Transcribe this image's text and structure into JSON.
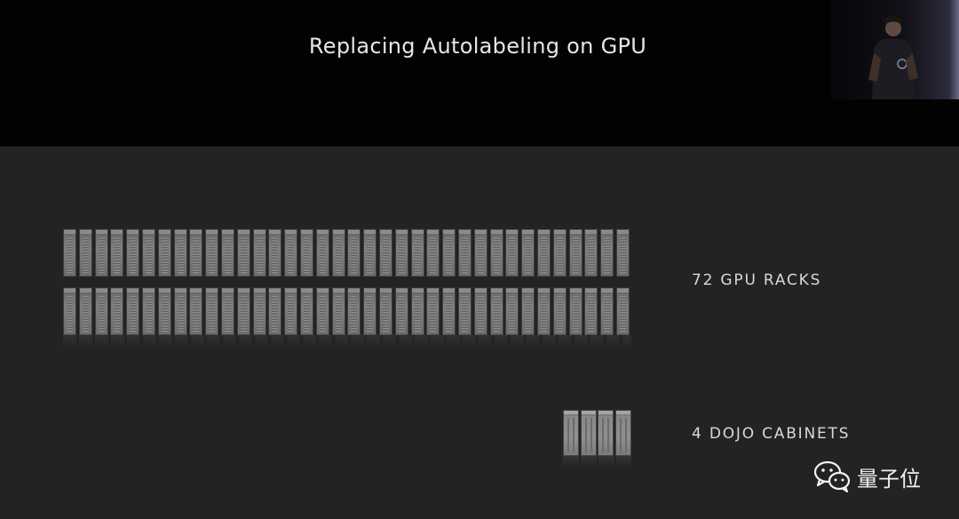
{
  "slide": {
    "title": "Replacing Autolabeling on GPU",
    "gpu_label": "72 GPU RACKS",
    "dojo_label": "4 DOJO CABINETS"
  },
  "gpu_racks": {
    "count": 72,
    "rows": 2
  },
  "dojo_cabinets": {
    "count": 4
  },
  "watermark": {
    "text": "量子位",
    "icon": "wechat-icon"
  },
  "colors": {
    "background": "#232323",
    "header_background": "#020202",
    "text": "#d9d9d9"
  }
}
